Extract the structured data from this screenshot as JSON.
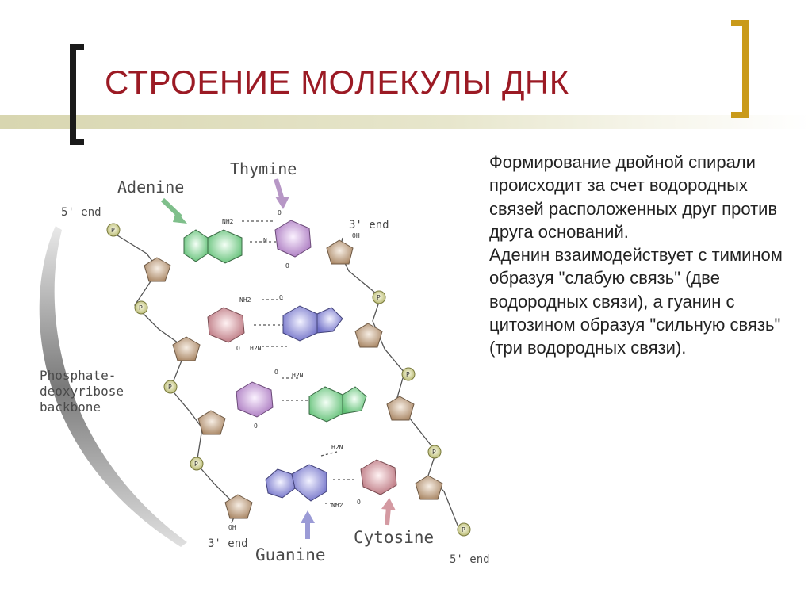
{
  "slide": {
    "title": "СТРОЕНИЕ МОЛЕКУЛЫ ДНК",
    "paragraphs": [
      "Формирование двойной спирали происходит за счет водородных связей расположенных друг против друга оснований.",
      "Аденин взаимодействует с тимином образуя \"слабую связь\" (две водородных связи), а гуанин с цитозином образуя \"сильную связь\" (три водородных связи)."
    ]
  },
  "diagram": {
    "labels": {
      "adenine": "Adenine",
      "thymine": "Thymine",
      "guanine": "Guanine",
      "cytosine": "Cytosine",
      "end5_top": "5' end",
      "end3_top": "3' end",
      "end3_bottom": "3' end",
      "end5_bottom": "5' end",
      "backbone_1": "Phosphate-",
      "backbone_2": "deoxyribose",
      "backbone_3": "backbone"
    },
    "atoms": {
      "nh2": "NH2",
      "h2n": "H2N",
      "o": "O",
      "n": "N",
      "oh": "OH",
      "p": "P"
    },
    "colors": {
      "adenine": "#8fd49c",
      "thymine": "#c79ad6",
      "guanine": "#9a9ae0",
      "cytosine": "#d49aa2",
      "sugar": "#c7a98a",
      "phosphate": "#d2d39a",
      "title": "#9b1a24",
      "bracket_right": "#c99a1a"
    }
  }
}
